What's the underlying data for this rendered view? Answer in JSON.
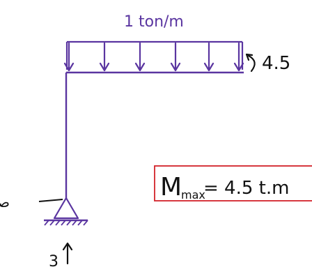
{
  "labels": {
    "load": "1 ton/m",
    "moment_value": "4.5",
    "reaction_value": "3",
    "zero_label": "صفر",
    "mmax_main": "M",
    "mmax_sub": "max",
    "mmax_rest": "= 4.5 t.m"
  },
  "colors": {
    "frame": "#5a35a0",
    "box": "#d3222a",
    "ink": "#111111"
  }
}
